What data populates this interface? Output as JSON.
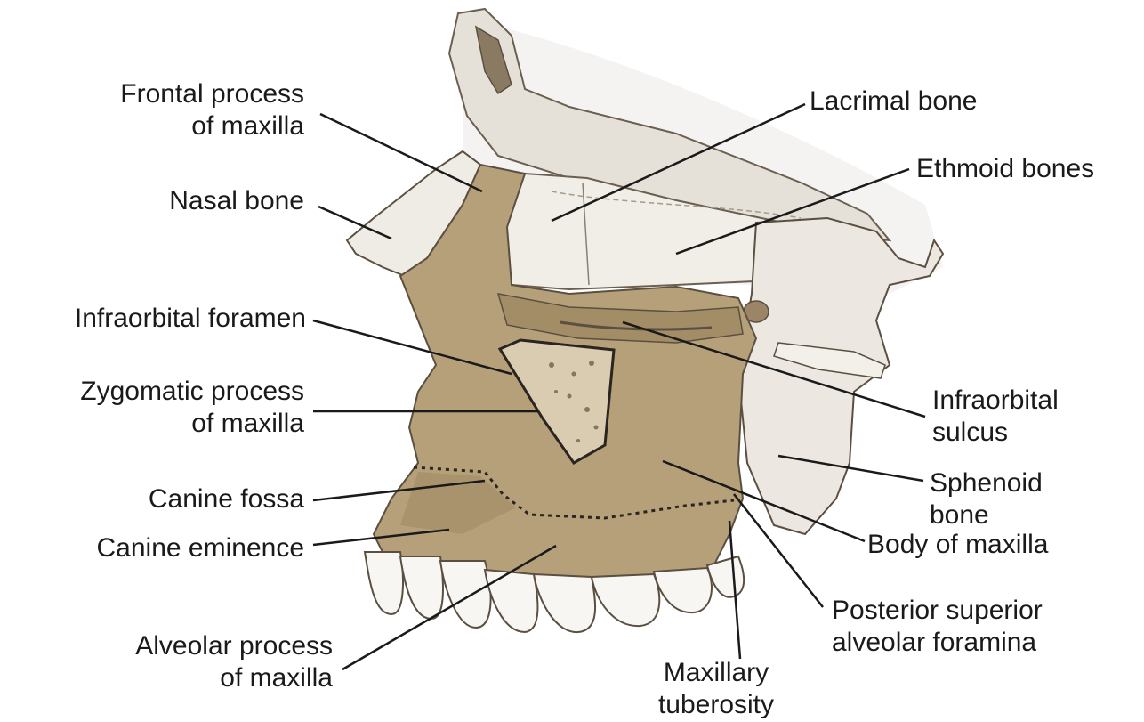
{
  "labels": {
    "frontal_process": [
      "Frontal process",
      "of maxilla"
    ],
    "nasal_bone": "Nasal bone",
    "infraorbital_foramen": "Infraorbital foramen",
    "zygomatic_process": [
      "Zygomatic process",
      "of maxilla"
    ],
    "canine_fossa": "Canine fossa",
    "canine_eminence": "Canine eminence",
    "alveolar_process": [
      "Alveolar process",
      "of maxilla"
    ],
    "maxillary_tuberosity": [
      "Maxillary",
      "tuberosity"
    ],
    "lacrimal_bone": "Lacrimal bone",
    "ethmoid_bones": "Ethmoid bones",
    "infraorbital_sulcus": [
      "Infraorbital",
      "sulcus"
    ],
    "sphenoid_bone": [
      "Sphenoid",
      "bone"
    ],
    "body_of_maxilla": "Body of maxilla",
    "posterior_superior_alveolar_foramina": [
      "Posterior superior",
      "alveolar foramina"
    ]
  },
  "colors": {
    "maxilla": "#b5a079",
    "maxilla_dark": "#8c7650",
    "bone_light": "#efece6",
    "bone_shade": "#cfc9bf",
    "teeth": "#f7f6f2",
    "outline": "#5a4f40",
    "leader": "#1a1a1a"
  }
}
